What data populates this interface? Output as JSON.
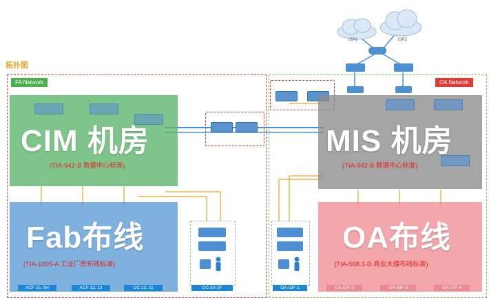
{
  "topology_label": "拓扑图",
  "fa_network_tag": "FA Network",
  "oa_network_tag": "OA Network",
  "cloud_left": "ISP1",
  "cloud_right": "ISP2",
  "cim": {
    "title": "CIM 机房",
    "subtitle": "(TIA-942-B 数据中心标准)"
  },
  "mis": {
    "title": "MIS 机房",
    "subtitle": "(TIA-942-B 数据中心标准)"
  },
  "fab": {
    "title": "Fab布线",
    "subtitle": "(TIA-1005-A 工业厂房布线标准)"
  },
  "oa": {
    "title": "OA布线",
    "subtitle": "(TIA-568.1-D 商业大楼布线标准)"
  },
  "cabinets": {
    "fab_1": "ACF 15, 9H",
    "fab_2": "ACF 12, 13",
    "fab_3": "OC 13, 11",
    "oc": "OC-3A-2F",
    "oa_center": "OA-IDF-1",
    "oa_1": "OA-IDF-2",
    "oa_2": "OA-IDF-3",
    "oa_3": "OA-IDF-4"
  },
  "colors": {
    "green_block": "#5bb56a",
    "blue_block": "#5b9bd6",
    "gray_block": "#8c8c8c",
    "pink_block": "#ef8e94",
    "dash_red": "#d0463a",
    "orange_line": "#f0a020",
    "blue_line": "#4a90d9"
  }
}
